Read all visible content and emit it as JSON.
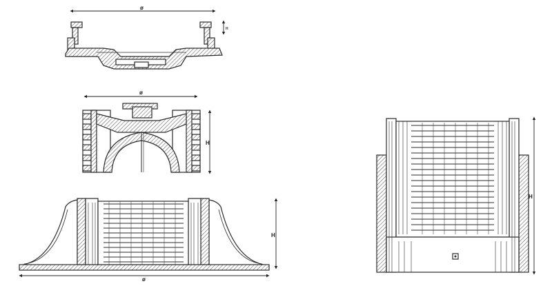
{
  "diagram": {
    "cap": {
      "diameter_label": "ø",
      "height_label": "H"
    },
    "head": {
      "diameter_label": "ø",
      "height_label": "H"
    },
    "base": {
      "diameter_label": "ø",
      "height_label": "H"
    },
    "extension": {
      "height_label": "H"
    }
  },
  "colors": {
    "stroke": "#2a2a2a",
    "fill": "#ffffff",
    "hatch": "#4a4a4a"
  }
}
